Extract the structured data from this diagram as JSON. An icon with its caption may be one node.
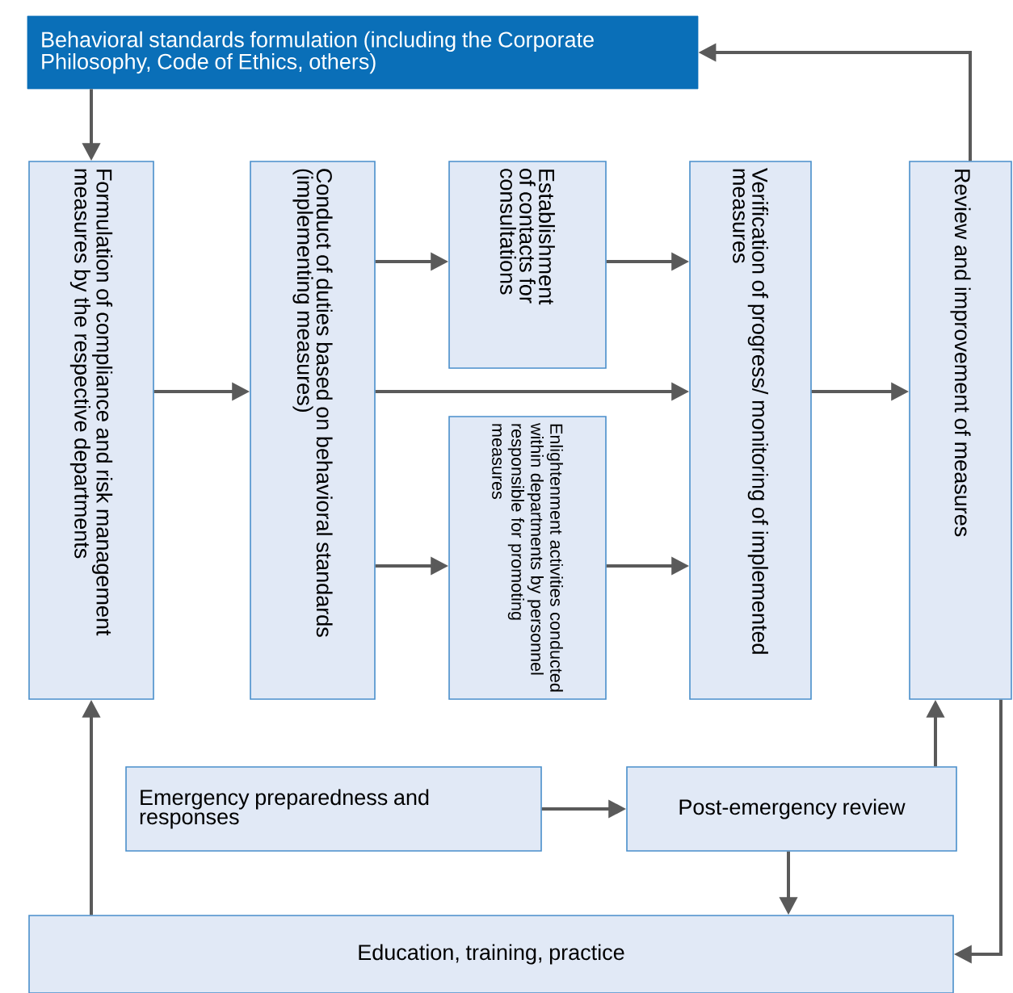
{
  "diagram": {
    "nodes": [
      {
        "text": [
          "Behavioral standards formulation (including the Corporate Philosophy, Code of Ethics, others)"
        ]
      },
      {
        "text": [
          "Formulation of compliance and risk management measures by the respective departments"
        ]
      },
      {
        "text": [
          "Conduct of duties based on behavioral standards (implementing measures)"
        ]
      },
      {
        "text": [
          "Establishment of contacts for consultations"
        ]
      },
      {
        "text": [
          "Enlightenment activities conducted within departments by personnel responsible for promoting measures"
        ]
      },
      {
        "text": [
          "Verification of progress/ monitoring of implemented measures"
        ]
      },
      {
        "text": [
          "Review and improvement of measures"
        ]
      },
      {
        "text": [
          "Emergency preparedness and responses"
        ]
      },
      {
        "text": [
          "Post-emergency review"
        ]
      },
      {
        "text": [
          "Education, training, practice"
        ]
      }
    ],
    "edges": [
      {
        "from": 6,
        "to": 0,
        "arrow": "to"
      },
      {
        "from": 0,
        "to": 1,
        "arrow": "to"
      },
      {
        "from": 1,
        "to": 2,
        "arrow": "to"
      },
      {
        "from": 2,
        "to": 3,
        "arrow": "to"
      },
      {
        "from": 2,
        "to": 5,
        "arrow": "to"
      },
      {
        "from": 2,
        "to": 4,
        "arrow": "to"
      },
      {
        "from": 3,
        "to": 5,
        "arrow": "to"
      },
      {
        "from": 4,
        "to": 5,
        "arrow": "to"
      },
      {
        "from": 5,
        "to": 6,
        "arrow": "to"
      },
      {
        "from": 7,
        "to": 8,
        "arrow": "to"
      },
      {
        "from": 8,
        "to": 6,
        "arrow": "to"
      },
      {
        "from": 8,
        "to": 9,
        "arrow": "to"
      },
      {
        "from": 9,
        "to": 1,
        "arrow": "to"
      },
      {
        "from": 6,
        "to": 9,
        "arrow": "to"
      }
    ]
  }
}
